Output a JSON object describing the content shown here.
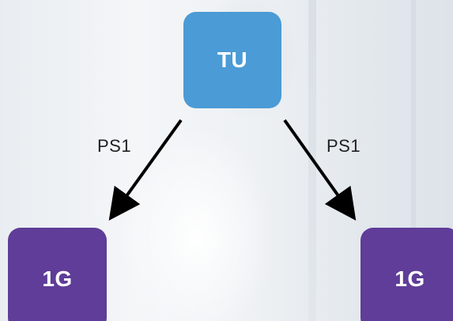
{
  "nodes": {
    "top": {
      "label": "TU",
      "color": "#4a9bd6"
    },
    "left": {
      "label": "1G",
      "color": "#5f3d98"
    },
    "right": {
      "label": "1G",
      "color": "#5f3d98"
    }
  },
  "edges": {
    "left": {
      "label": "PS1"
    },
    "right": {
      "label": "PS1"
    }
  }
}
